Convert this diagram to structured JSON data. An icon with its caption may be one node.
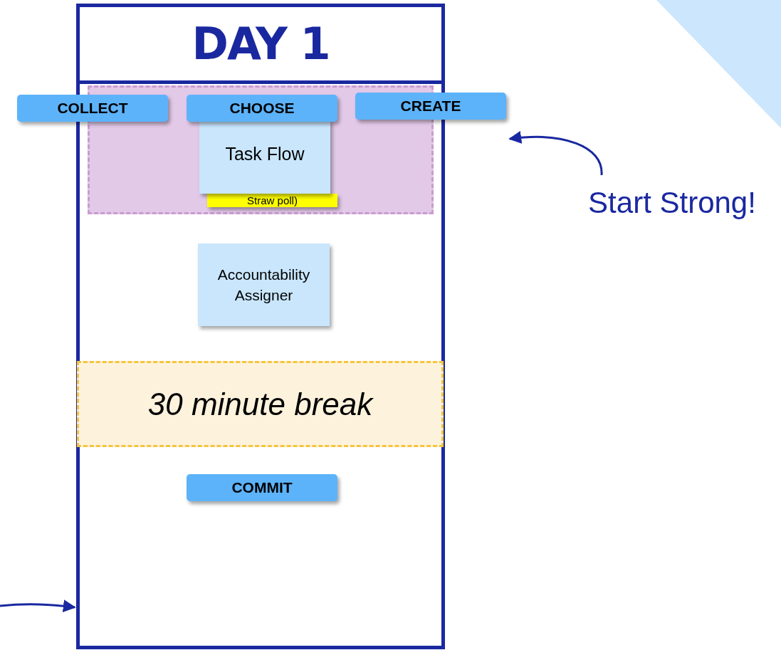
{
  "diagram": {
    "nodes": [
      {
        "text": [
          "DAY 1"
        ]
      },
      {
        "text": [],
        "shape": "box",
        "in": 0
      },
      {
        "text": [
          "COLLECT"
        ]
      },
      {
        "text": [
          "CHOOSE"
        ],
        "in": 1
      },
      {
        "text": [
          "CREATE"
        ]
      },
      {
        "text": [
          "Straw poll)"
        ],
        "in": 1
      },
      {
        "text": [
          "Task Flow"
        ],
        "in": 1
      },
      {
        "text": [
          "Accountability Assigner"
        ],
        "in": 0
      },
      {
        "text": [
          "30 minute break"
        ],
        "in": 0
      },
      {
        "text": [
          "COMMIT"
        ],
        "in": 0
      },
      {
        "text": [
          "Start Strong!"
        ]
      }
    ],
    "edges": [
      {
        "from": 10,
        "to": 4,
        "arrow": "to"
      },
      {
        "from": null,
        "to": 0,
        "arrow": "to"
      }
    ]
  }
}
